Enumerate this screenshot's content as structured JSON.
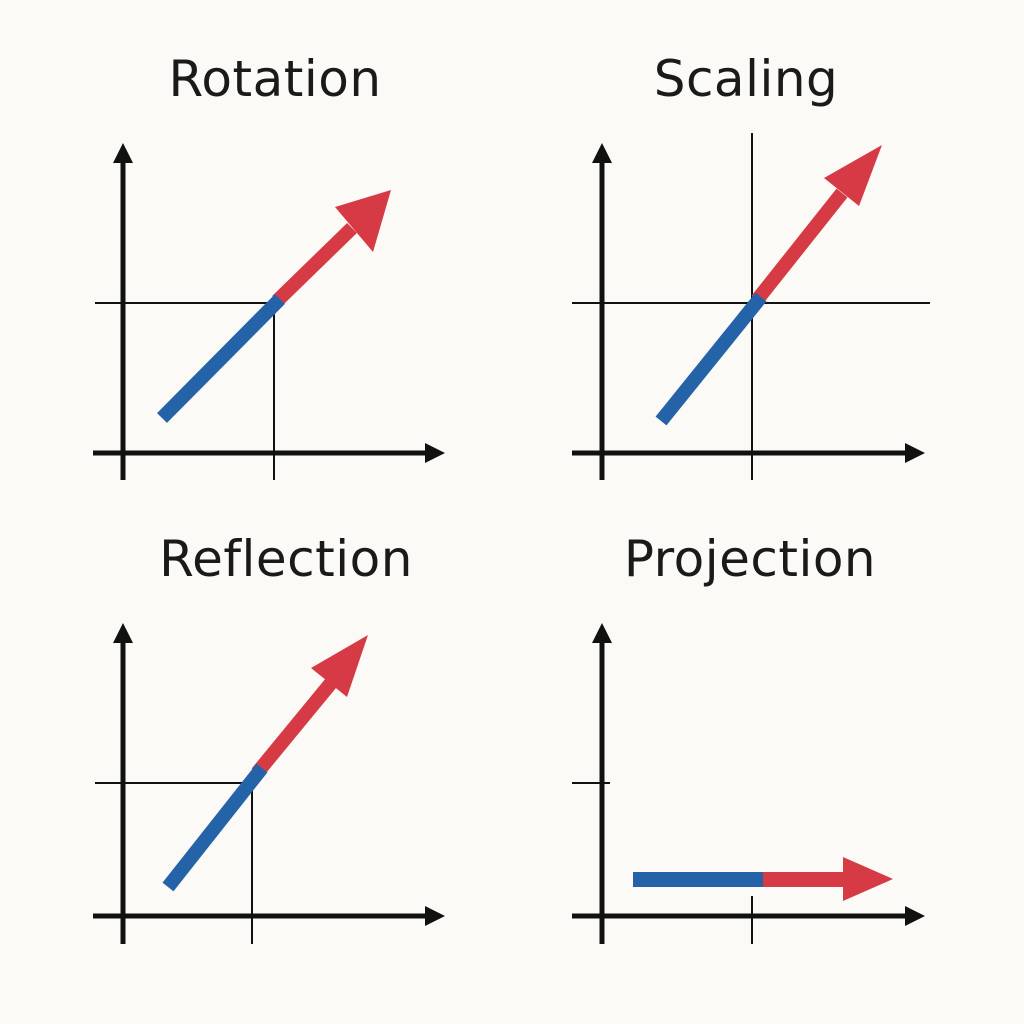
{
  "panels": [
    {
      "title": "Rotation"
    },
    {
      "title": "Scaling"
    },
    {
      "title": "Reflection"
    },
    {
      "title": "Projection"
    }
  ],
  "colors": {
    "background": "#fbfaf6",
    "axis": "#111111",
    "original_vector": "#2563a8",
    "transformed_vector": "#d63b45"
  },
  "icons": {
    "axis_arrowhead": "arrowhead-icon",
    "vector_arrowhead": "arrowhead-icon"
  }
}
